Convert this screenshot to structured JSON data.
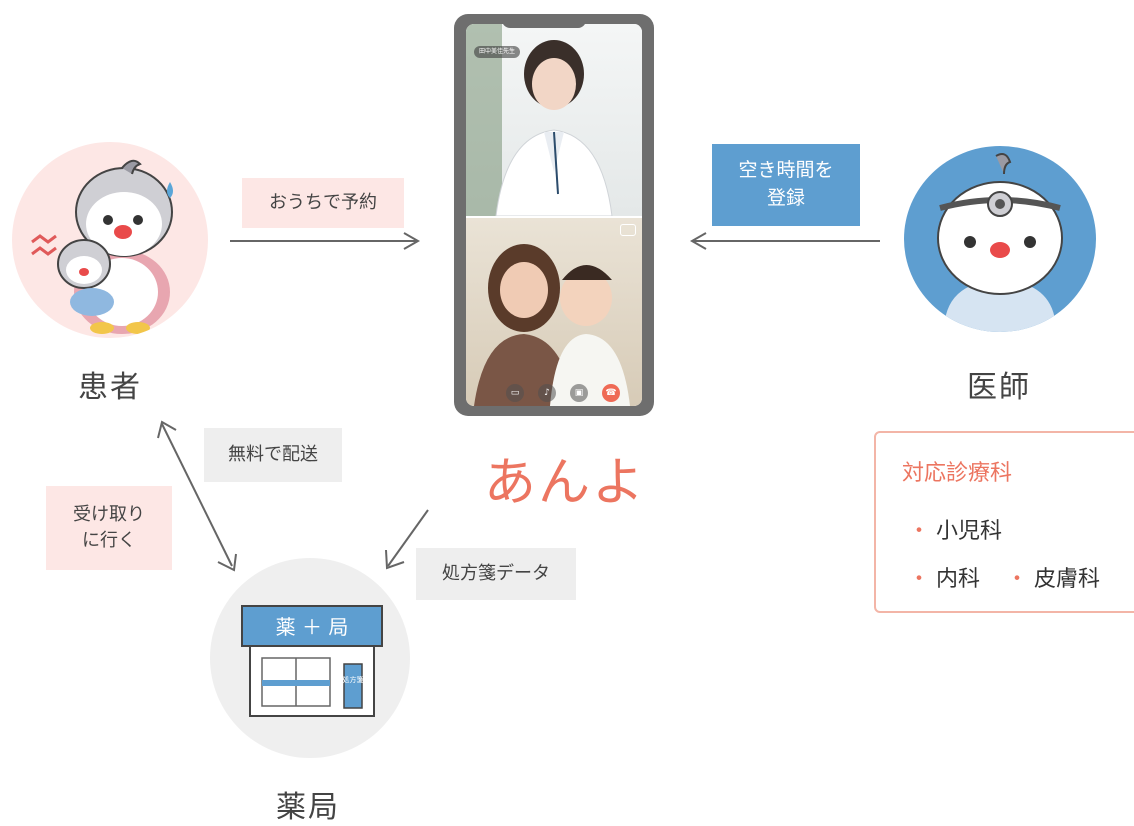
{
  "roles": {
    "patient": "患者",
    "doctor": "医師",
    "pharmacy": "薬局"
  },
  "flows": {
    "book_at_home": "おうちで予約",
    "register_slots": "空き時間を\n登録",
    "free_delivery": "無料で配送",
    "pickup": "受け取り\nに行く",
    "prescription_data": "処方箋データ"
  },
  "app": {
    "brand": "あんよ",
    "doctor_chip": "田中美佳先生"
  },
  "pharmacy_sign": {
    "header": "薬 ＋ 局",
    "door_note": "処方箋"
  },
  "departments": {
    "title": "対応診療科",
    "items": [
      "小児科",
      "内科",
      "皮膚科"
    ]
  },
  "colors": {
    "accent": "#ec7560",
    "blue": "#5e9ed0",
    "pink_bg": "#fde7e5",
    "gray_bg": "#eeeeee"
  }
}
